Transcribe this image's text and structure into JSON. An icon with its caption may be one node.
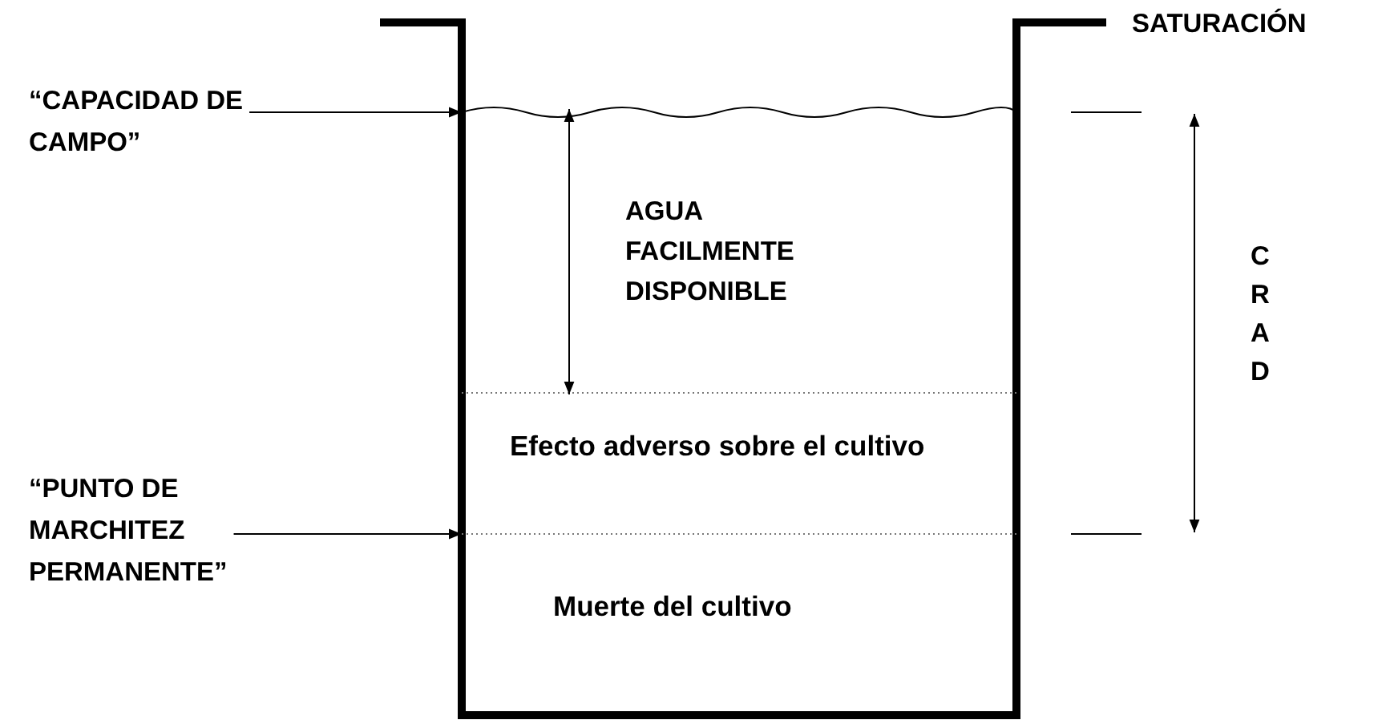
{
  "diagram": {
    "nodes": [
      {
        "text": [
          "“CAPACIDAD DE CAMPO”"
        ]
      },
      {
        "text": [
          "“PUNTO DE MARCHITEZ PERMANENTE”"
        ]
      },
      {
        "text": [
          "AGUA FACILMENTE DISPONIBLE",
          "Efecto adverso sobre el cultivo",
          "Muerte del cultivo"
        ]
      }
    ],
    "edges": [
      {
        "from": 0,
        "to": 2,
        "arrow": "to"
      },
      {
        "from": 1,
        "to": 2,
        "arrow": "to"
      }
    ],
    "labels": [
      "SATURACIÓN",
      "C R A D"
    ]
  }
}
